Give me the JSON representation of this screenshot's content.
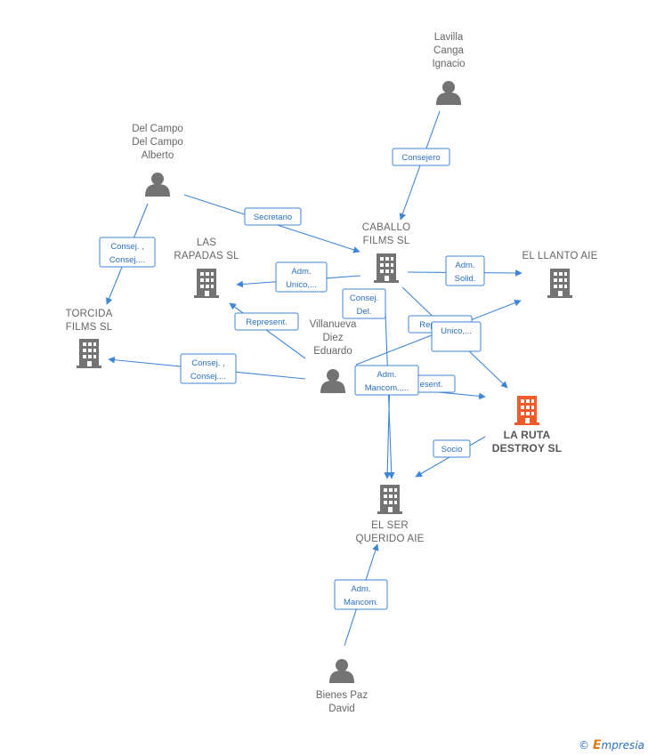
{
  "colors": {
    "edge": "#3f86d4",
    "company": "#737373",
    "focus_company": "#f05a28",
    "person": "#737373"
  },
  "nodes": [
    {
      "id": "lavilla",
      "type": "person",
      "lines": [
        "Lavilla",
        "Canga",
        "Ignacio"
      ]
    },
    {
      "id": "delcampo",
      "type": "person",
      "lines": [
        "Del Campo",
        "Del Campo",
        "Alberto"
      ]
    },
    {
      "id": "caballo",
      "type": "company",
      "lines": [
        "CABALLO",
        "FILMS SL"
      ]
    },
    {
      "id": "rapadas",
      "type": "company",
      "lines": [
        "LAS",
        "RAPADAS  SL"
      ]
    },
    {
      "id": "llanto",
      "type": "company",
      "lines": [
        "EL LLANTO AIE"
      ]
    },
    {
      "id": "torcida",
      "type": "company",
      "lines": [
        "TORCIDA",
        "FILMS SL"
      ]
    },
    {
      "id": "villanueva",
      "type": "person",
      "lines": [
        "Villanueva",
        "Diez",
        "Eduardo"
      ]
    },
    {
      "id": "laruta",
      "type": "focus",
      "lines": [
        "LA RUTA",
        "DESTROY  SL"
      ]
    },
    {
      "id": "elser",
      "type": "company",
      "lines": [
        "EL SER",
        "QUERIDO  AIE"
      ]
    },
    {
      "id": "bienes",
      "type": "person",
      "lines": [
        "Bienes Paz",
        "David"
      ]
    }
  ],
  "edges": [
    {
      "id": "e1",
      "lines": [
        "Consejero"
      ]
    },
    {
      "id": "e2",
      "lines": [
        "Secretario"
      ]
    },
    {
      "id": "e3",
      "lines": [
        "Consej. ,",
        "Consej...."
      ]
    },
    {
      "id": "e4",
      "lines": [
        "Adm.",
        "Unico,..."
      ]
    },
    {
      "id": "e5",
      "lines": [
        "Adm.",
        "Solid."
      ]
    },
    {
      "id": "e6",
      "lines": [
        "Consej.",
        "Del."
      ]
    },
    {
      "id": "e7",
      "lines": [
        "Represent."
      ]
    },
    {
      "id": "e8",
      "lines": [
        "Represent."
      ]
    },
    {
      "id": "e9",
      "lines": [
        "Unico,..."
      ]
    },
    {
      "id": "e10",
      "lines": [
        "Consej. ,",
        "Consej...."
      ]
    },
    {
      "id": "e11",
      "lines": [
        "esent."
      ]
    },
    {
      "id": "e12",
      "lines": [
        "Adm.",
        "Mancom.,..."
      ]
    },
    {
      "id": "e13",
      "lines": [
        "Socio"
      ]
    },
    {
      "id": "e14",
      "lines": [
        "Adm.",
        "Mancom."
      ]
    }
  ],
  "watermark": {
    "copyright": "©",
    "brand_initial": "E",
    "brand_rest": "mpresia"
  }
}
